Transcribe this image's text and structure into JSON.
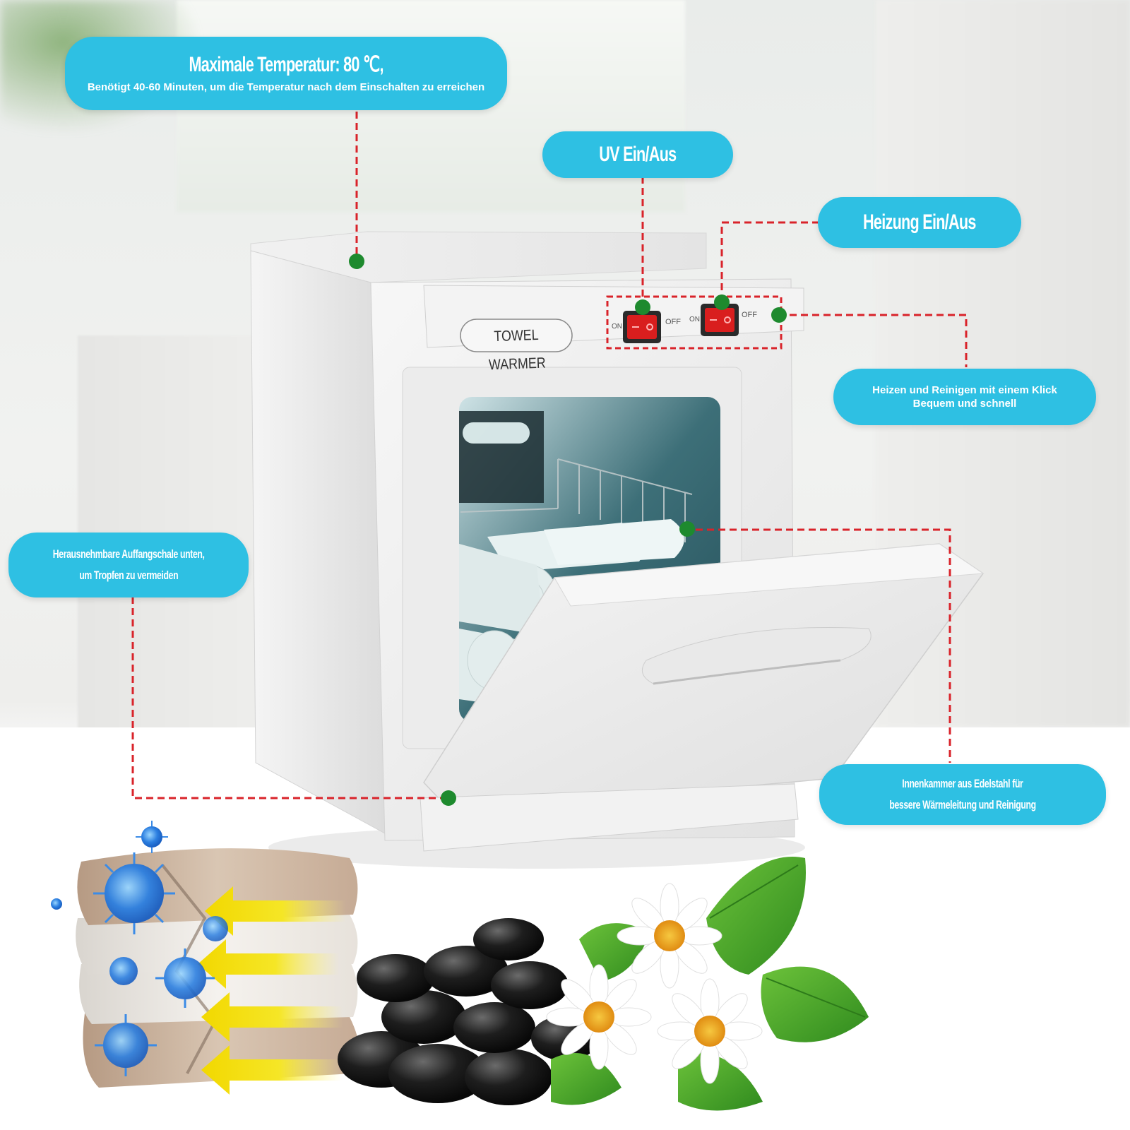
{
  "callouts": {
    "max_temp": {
      "title": "Maximale Temperatur: 80 ℃,",
      "sub": "Benötigt 40-60 Minuten, um die Temperatur nach dem Einschalten zu erreichen"
    },
    "uv_switch": {
      "title": "UV Ein/Aus"
    },
    "heat_switch": {
      "title": "Heizung Ein/Aus"
    },
    "one_click": {
      "line1": "Heizen und Reinigen mit einem Klick",
      "line2": "Bequem und schnell"
    },
    "drip_tray": {
      "line1": "Herausnehmbare Auffangschale unten,",
      "line2": "um Tropfen zu vermeiden"
    },
    "stainless": {
      "line1": "Innenkammer aus Edelstahl für",
      "line2": "bessere Wärmeleitung und Reinigung"
    }
  },
  "device": {
    "label": "TOWEL WARMER",
    "switch_on": "ON",
    "switch_off": "OFF"
  },
  "colors": {
    "callout": "#2ec0e3",
    "leader": "#d9232a",
    "marker": "#1e8a2e",
    "switch": "#d91e1e"
  }
}
